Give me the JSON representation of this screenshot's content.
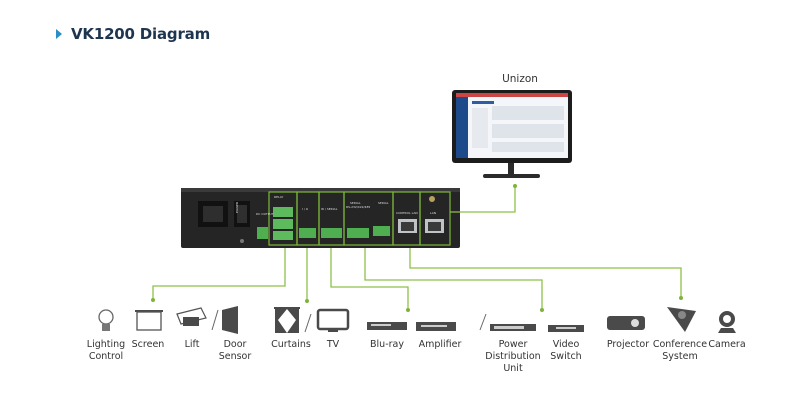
{
  "header": {
    "title": "VK1200 Diagram"
  },
  "colors": {
    "accent_wire": "#8ec04a",
    "title_text": "#1e3550",
    "title_arrow": "#2a8fc4",
    "panel": "#2a2a2a",
    "connector": "#4fae4f"
  },
  "pc": {
    "label": "Unizon",
    "icon": "monitor-icon"
  },
  "device": {
    "name": "VK1200",
    "sections": [
      {
        "label": "POWER",
        "icon": "power-switch-icon"
      },
      {
        "label": "DC OUTPUT"
      },
      {
        "label": "RELAY"
      },
      {
        "label": "I / O"
      },
      {
        "label": "IR / SERIAL"
      },
      {
        "label": "SERIAL RS-232/422/485"
      },
      {
        "label": "SERIAL RS-232"
      },
      {
        "label": "CONTROL LAN"
      },
      {
        "label": "LAN"
      }
    ]
  },
  "peripherals": [
    {
      "label": "Lighting\nControl",
      "icon": "light-bulb-icon"
    },
    {
      "label": "Screen",
      "icon": "projection-screen-icon"
    },
    {
      "label": "Lift",
      "icon": "projector-lift-icon"
    },
    {
      "label": "Door\nSensor",
      "icon": "door-icon"
    },
    {
      "label": "Curtains",
      "icon": "curtains-icon"
    },
    {
      "label": "TV",
      "icon": "tv-icon"
    },
    {
      "label": "Blu-ray",
      "icon": "blu-ray-player-icon"
    },
    {
      "label": "Amplifier",
      "icon": "amplifier-icon"
    },
    {
      "label": "Power\nDistribution\nUnit",
      "icon": "pdu-icon"
    },
    {
      "label": "Video\nSwitch",
      "icon": "video-switch-icon"
    },
    {
      "label": "Projector",
      "icon": "projector-icon"
    },
    {
      "label": "Conference\nSystem",
      "icon": "conference-phone-icon"
    },
    {
      "label": "Camera",
      "icon": "webcam-icon"
    }
  ]
}
